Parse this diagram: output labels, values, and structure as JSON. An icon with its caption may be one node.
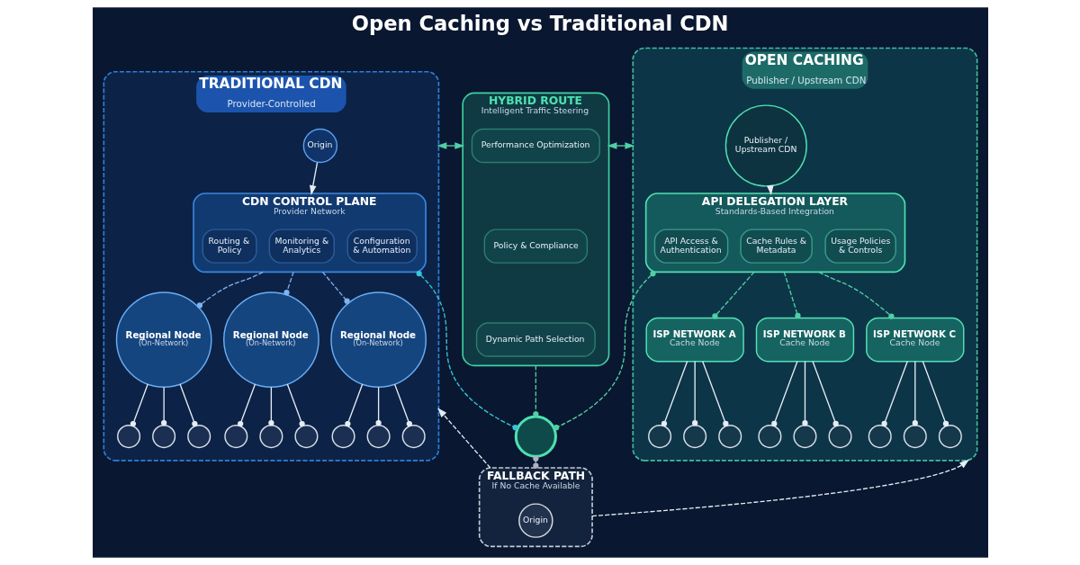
{
  "diagram": {
    "title": "Open Caching vs Traditional CDN",
    "nodes": [
      {
        "text": [
          "TRADITIONAL CDN",
          "Provider-Controlled"
        ]
      },
      {
        "text": [
          "Origin"
        ],
        "in": 0
      },
      {
        "text": [
          "CDN CONTROL PLANE",
          "Provider Network"
        ],
        "in": 0
      },
      {
        "text": [
          "Routing & Policy"
        ],
        "in": 2
      },
      {
        "text": [
          "Monitoring & Analytics"
        ],
        "in": 2
      },
      {
        "text": [
          "Configuration & Automation"
        ],
        "in": 2
      },
      {
        "text": [
          "Regional Node",
          "(On-Network)"
        ],
        "in": 0
      },
      {
        "text": [
          "Regional Node",
          "(On-Network)"
        ],
        "in": 0
      },
      {
        "text": [
          "Regional Node",
          "(On-Network)"
        ],
        "in": 0
      },
      {
        "text": [],
        "shape": "circle",
        "in": 0
      },
      {
        "text": [],
        "shape": "circle",
        "in": 0
      },
      {
        "text": [],
        "shape": "circle",
        "in": 0
      },
      {
        "text": [],
        "shape": "circle",
        "in": 0
      },
      {
        "text": [],
        "shape": "circle",
        "in": 0
      },
      {
        "text": [],
        "shape": "circle",
        "in": 0
      },
      {
        "text": [],
        "shape": "circle",
        "in": 0
      },
      {
        "text": [],
        "shape": "circle",
        "in": 0
      },
      {
        "text": [],
        "shape": "circle",
        "in": 0
      },
      {
        "text": [
          "HYBRID ROUTE",
          "Intelligent Traffic Steering"
        ]
      },
      {
        "text": [
          "Performance Optimization"
        ],
        "in": 18
      },
      {
        "text": [
          "Policy & Compliance"
        ],
        "in": 18
      },
      {
        "text": [
          "Dynamic Path Selection"
        ],
        "in": 18
      },
      {
        "text": [],
        "shape": "circle"
      },
      {
        "text": [
          "FALLBACK PATH",
          "If No Cache Available"
        ]
      },
      {
        "text": [
          "Origin"
        ],
        "in": 23
      },
      {
        "text": [
          "OPEN CACHING",
          "Publisher / Upstream CDN"
        ]
      },
      {
        "text": [
          "Publisher / Upstream CDN"
        ],
        "in": 25
      },
      {
        "text": [
          "API DELEGATION LAYER",
          "Standards-Based Integration"
        ],
        "in": 25
      },
      {
        "text": [
          "API Access & Authentication"
        ],
        "in": 27
      },
      {
        "text": [
          "Cache Rules & Metadata"
        ],
        "in": 27
      },
      {
        "text": [
          "Usage Policies & Controls"
        ],
        "in": 27
      },
      {
        "text": [
          "ISP NETWORK A",
          "Cache Node"
        ],
        "in": 25
      },
      {
        "text": [
          "ISP NETWORK B",
          "Cache Node"
        ],
        "in": 25
      },
      {
        "text": [
          "ISP NETWORK C",
          "Cache Node"
        ],
        "in": 25
      },
      {
        "text": [],
        "shape": "circle",
        "in": 25
      },
      {
        "text": [],
        "shape": "circle",
        "in": 25
      },
      {
        "text": [],
        "shape": "circle",
        "in": 25
      },
      {
        "text": [],
        "shape": "circle",
        "in": 25
      },
      {
        "text": [],
        "shape": "circle",
        "in": 25
      },
      {
        "text": [],
        "shape": "circle",
        "in": 25
      },
      {
        "text": [],
        "shape": "circle",
        "in": 25
      },
      {
        "text": [],
        "shape": "circle",
        "in": 25
      },
      {
        "text": [],
        "shape": "circle",
        "in": 25
      }
    ],
    "edges": [
      {
        "from": 1,
        "to": 2,
        "arrow": "to"
      },
      {
        "from": 2,
        "to": 6,
        "arrow": "other",
        "style": "dashed",
        "color": "#7fb2f0"
      },
      {
        "from": 2,
        "to": 7,
        "arrow": "other",
        "style": "dashed",
        "color": "#7fb2f0"
      },
      {
        "from": 2,
        "to": 8,
        "arrow": "other",
        "style": "dashed",
        "color": "#7fb2f0"
      },
      {
        "from": 6,
        "to": 9,
        "arrow": "other"
      },
      {
        "from": 6,
        "to": 10,
        "arrow": "other"
      },
      {
        "from": 6,
        "to": 11,
        "arrow": "other"
      },
      {
        "from": 7,
        "to": 12,
        "arrow": "other"
      },
      {
        "from": 7,
        "to": 13,
        "arrow": "other"
      },
      {
        "from": 7,
        "to": 14,
        "arrow": "other"
      },
      {
        "from": 8,
        "to": 15,
        "arrow": "other"
      },
      {
        "from": 8,
        "to": 16,
        "arrow": "other"
      },
      {
        "from": 8,
        "to": 17,
        "arrow": "other"
      },
      {
        "from": 0,
        "to": 18,
        "arrow": "both",
        "color": "#4fd1a5"
      },
      {
        "from": 18,
        "to": 25,
        "arrow": "both",
        "color": "#4fd1a5"
      },
      {
        "from": 18,
        "to": 22,
        "arrow": "other",
        "style": "dashed",
        "color": "#4fd1a5"
      },
      {
        "from": 2,
        "to": 22,
        "arrow": "other",
        "style": "dashed",
        "color": "#38c6d9"
      },
      {
        "from": 27,
        "to": 22,
        "arrow": "other",
        "style": "dashed",
        "color": "#4fd1a5"
      },
      {
        "from": 22,
        "to": 23,
        "arrow": "other",
        "style": "dashed",
        "color": "#aab4c3"
      },
      {
        "from": 23,
        "to": 0,
        "arrow": "to",
        "style": "dashed"
      },
      {
        "from": 23,
        "to": 25,
        "arrow": "to",
        "style": "dashed"
      },
      {
        "from": 26,
        "to": 27,
        "arrow": "to"
      },
      {
        "from": 27,
        "to": 31,
        "arrow": "other",
        "style": "dashed",
        "color": "#4fd1a5"
      },
      {
        "from": 27,
        "to": 32,
        "arrow": "other",
        "style": "dashed",
        "color": "#4fd1a5"
      },
      {
        "from": 27,
        "to": 33,
        "arrow": "other",
        "style": "dashed",
        "color": "#4fd1a5"
      },
      {
        "from": 31,
        "to": 34,
        "arrow": "other"
      },
      {
        "from": 31,
        "to": 35,
        "arrow": "other"
      },
      {
        "from": 31,
        "to": 36,
        "arrow": "other"
      },
      {
        "from": 32,
        "to": 37,
        "arrow": "other"
      },
      {
        "from": 32,
        "to": 38,
        "arrow": "other"
      },
      {
        "from": 32,
        "to": 39,
        "arrow": "other"
      },
      {
        "from": 33,
        "to": 40,
        "arrow": "other"
      },
      {
        "from": 33,
        "to": 41,
        "arrow": "other"
      },
      {
        "from": 33,
        "to": 42,
        "arrow": "other"
      }
    ]
  }
}
